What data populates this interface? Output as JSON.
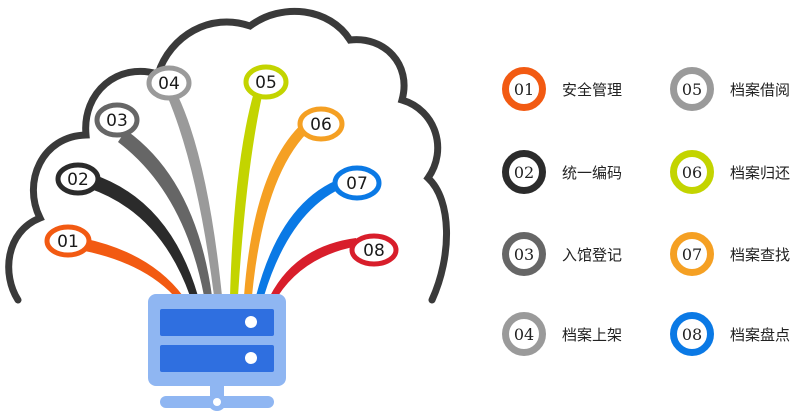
{
  "nodes": [
    {
      "num": "01",
      "color": "#f25a12"
    },
    {
      "num": "02",
      "color": "#2b2b2b"
    },
    {
      "num": "03",
      "color": "#666666"
    },
    {
      "num": "04",
      "color": "#9a9a9a"
    },
    {
      "num": "05",
      "color": "#c3d400"
    },
    {
      "num": "06",
      "color": "#f5a023"
    },
    {
      "num": "07",
      "color": "#0a79e5"
    },
    {
      "num": "08",
      "color": "#d81e2b"
    }
  ],
  "legend": [
    {
      "num": "01",
      "label": "安全管理",
      "color": "#f25a12"
    },
    {
      "num": "02",
      "label": "统一编码",
      "color": "#2b2b2b"
    },
    {
      "num": "03",
      "label": "入馆登记",
      "color": "#666666"
    },
    {
      "num": "04",
      "label": "档案上架",
      "color": "#9a9a9a"
    },
    {
      "num": "05",
      "label": "档案借阅",
      "color": "#9a9a9a"
    },
    {
      "num": "06",
      "label": "档案归还",
      "color": "#c3d400"
    },
    {
      "num": "07",
      "label": "档案查找",
      "color": "#f5a023"
    },
    {
      "num": "08",
      "label": "档案盘点",
      "color": "#0a79e5"
    }
  ],
  "colors": {
    "cloud_outline": "#3a3a3a",
    "server_body": "#8fb6f2",
    "server_drive": "#2f6fe0"
  }
}
